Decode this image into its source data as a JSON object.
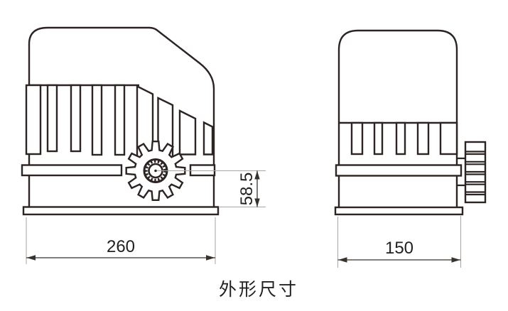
{
  "drawing": {
    "caption": "外形尺寸",
    "dims": {
      "front_width": "260",
      "side_width": "150",
      "pinion_center_height": "58.5"
    },
    "front_gear_teeth": 12,
    "colors": {
      "background": "#ffffff",
      "line": "#2b2422",
      "thin_line": "#a8a5a2",
      "dimension_line": "#38322d",
      "text": "#232020"
    }
  }
}
